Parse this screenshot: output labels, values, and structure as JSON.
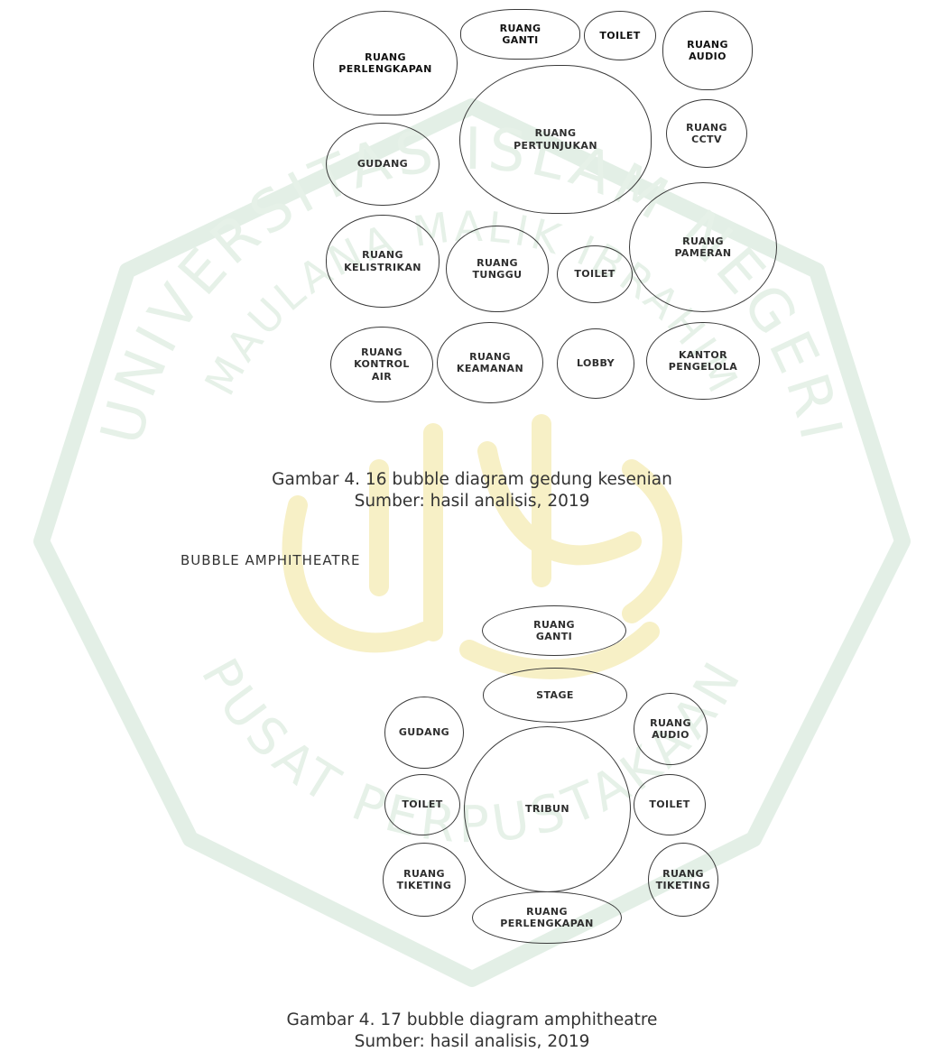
{
  "colors": {
    "watermark_green": "#e3efe6",
    "watermark_gold": "#f8f2cc",
    "outline": "#3a3a3a"
  },
  "watermark_text": {
    "top_arc": "UNIVERSITAS ISLAM NEGERI",
    "middle_arc": "MAULANA MALIK IBRAHIM",
    "bottom_arc": "PUSAT PERPUSTAKAAN"
  },
  "diagram1": {
    "bubbles": [
      {
        "id": "ruang-perlengkapan",
        "label": "RUANG\nPERLENGKAPAN"
      },
      {
        "id": "ruang-ganti",
        "label": "RUANG\nGANTI"
      },
      {
        "id": "toilet-top",
        "label": "TOILET"
      },
      {
        "id": "ruang-audio",
        "label": "RUANG\nAUDIO"
      },
      {
        "id": "ruang-pertunjukan",
        "label": "RUANG\nPERTUNJUKAN"
      },
      {
        "id": "ruang-cctv",
        "label": "RUANG\nCCTV"
      },
      {
        "id": "gudang",
        "label": "GUDANG"
      },
      {
        "id": "ruang-kelistrikan",
        "label": "RUANG\nKELISTRIKAN"
      },
      {
        "id": "ruang-tunggu",
        "label": "RUANG\nTUNGGU"
      },
      {
        "id": "toilet-mid",
        "label": "TOILET"
      },
      {
        "id": "ruang-pameran",
        "label": "RUANG\nPAMERAN"
      },
      {
        "id": "ruang-kontrol-air",
        "label": "RUANG\nKONTROL\nAIR"
      },
      {
        "id": "ruang-keamanan",
        "label": "RUANG\nKEAMANAN"
      },
      {
        "id": "lobby",
        "label": "LOBBY"
      },
      {
        "id": "kantor-pengelola",
        "label": "KANTOR\nPENGELOLA"
      }
    ],
    "caption": "Gambar 4. 16 bubble diagram gedung kesenian",
    "source": "Sumber: hasil analisis, 2019"
  },
  "section_heading": "BUBBLE AMPHITHEATRE",
  "diagram2": {
    "bubbles": [
      {
        "id": "ruang-ganti",
        "label": "RUANG\nGANTI"
      },
      {
        "id": "stage",
        "label": "STAGE"
      },
      {
        "id": "gudang",
        "label": "GUDANG"
      },
      {
        "id": "ruang-audio",
        "label": "RUANG\nAUDIO"
      },
      {
        "id": "tribun",
        "label": "TRIBUN"
      },
      {
        "id": "toilet-left",
        "label": "TOILET"
      },
      {
        "id": "toilet-right",
        "label": "TOILET"
      },
      {
        "id": "ruang-tiketing-left",
        "label": "RUANG\nTIKETING"
      },
      {
        "id": "ruang-tiketing-right",
        "label": "RUANG\nTIKETING"
      },
      {
        "id": "ruang-perlengkapan",
        "label": "RUANG\nPERLENGKAPAN"
      }
    ],
    "caption": "Gambar 4. 17 bubble diagram amphitheatre",
    "source": "Sumber: hasil analisis, 2019"
  }
}
